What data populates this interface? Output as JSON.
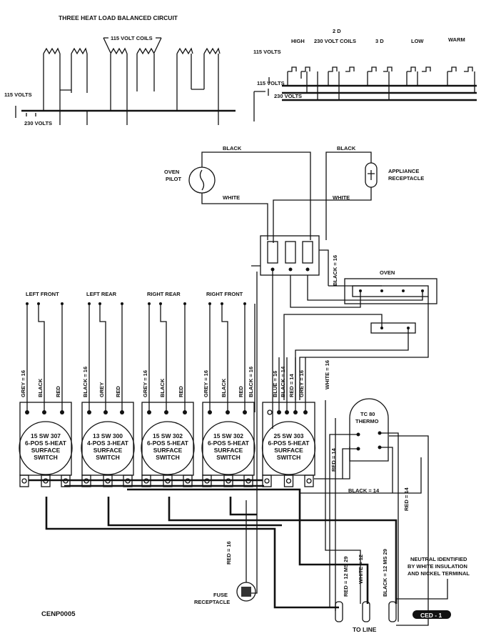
{
  "title": "THREE HEAT LOAD BALANCED CIRCUIT",
  "left_circuit": {
    "coils_label": "115 VOLT COILS",
    "v115": "115 VOLTS",
    "v230": "230 VOLTS"
  },
  "right_circuit": {
    "high": "HIGH",
    "two_d": "2 D",
    "coils_230": "230 VOLT COILS",
    "three_d": "3 D",
    "low": "LOW",
    "warm": "WARM",
    "v115_top": "115 VOLTS",
    "v115": "115 VOLTS",
    "v230": "230 VOLTS"
  },
  "top": {
    "black_left": "BLACK",
    "black_right": "BLACK",
    "white_left": "WHITE",
    "white_right": "WHITE",
    "oven_pilot": [
      "OVEN",
      "PILOT"
    ],
    "appliance_receptacle": [
      "APPLIANCE",
      "RECEPTACLE"
    ],
    "block_wire": "BLACK = 16",
    "oven": "OVEN"
  },
  "burners": [
    "LEFT FRONT",
    "LEFT REAR",
    "RIGHT REAR",
    "RIGHT FRONT"
  ],
  "switches": [
    {
      "lines": [
        "15 SW 307",
        "6-POS 5-HEAT",
        "SURFACE",
        "SWITCH"
      ],
      "wires": [
        "GREY = 16",
        "BLACK",
        "RED"
      ]
    },
    {
      "lines": [
        "13 SW 300",
        "4-POS 3-HEAT",
        "SURFACE",
        "SWITCH"
      ],
      "wires": [
        "BLACK = 16",
        "GREY",
        "RED"
      ]
    },
    {
      "lines": [
        "15 SW 302",
        "6-POS 5-HEAT",
        "SURFACE",
        "SWITCH"
      ],
      "wires": [
        "GREY = 16",
        "BLACK",
        "RED"
      ]
    },
    {
      "lines": [
        "15 SW 302",
        "6-POS 5-HEAT",
        "SURFACE",
        "SWITCH"
      ],
      "wires": [
        "GREY = 16",
        "BLACK",
        "RED",
        "BLACK = 16"
      ]
    },
    {
      "lines": [
        "25 SW 303",
        "6-POS 5-HEAT",
        "SURFACE",
        "SWITCH"
      ],
      "wires": [
        "BLUE = 16",
        "BLACK = 14",
        "RED = 14",
        "GREY = 16"
      ]
    }
  ],
  "bottom": {
    "white16": "WHITE = 16",
    "thermo": [
      "TC 80",
      "THERMO"
    ],
    "red14_left": "RED = 14",
    "black14": "BLACK = 14",
    "red14_right": "RED = 14",
    "red16": "RED = 16",
    "fuse": [
      "FUSE",
      "RECEPTACLE"
    ],
    "line_red": "RED = 12  MS 29",
    "line_white": "WHITE = 12",
    "line_black": "BLACK = 12  MS 29",
    "neutral": [
      "NEUTRAL IDENTIFIED",
      "BY WHITE INSULATION",
      "AND NICKEL TERMINAL"
    ],
    "to_line": "TO LINE",
    "figure_id": "CENP0005",
    "badge": "CED - 1"
  }
}
